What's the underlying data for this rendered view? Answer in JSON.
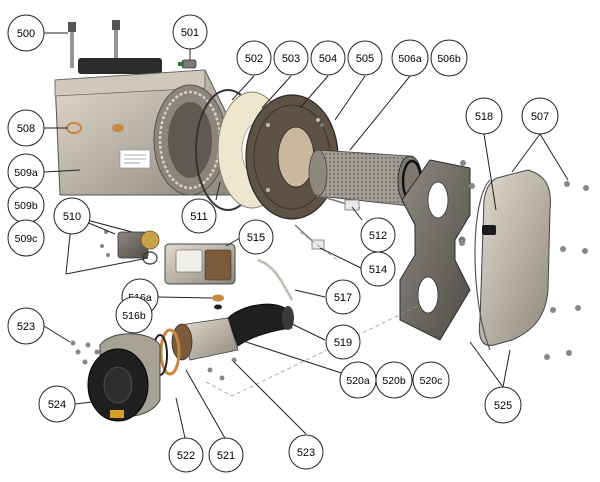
{
  "callouts": [
    {
      "id": "c500",
      "label": "500"
    },
    {
      "id": "c501",
      "label": "501"
    },
    {
      "id": "c502",
      "label": "502"
    },
    {
      "id": "c503",
      "label": "503"
    },
    {
      "id": "c504",
      "label": "504"
    },
    {
      "id": "c505",
      "label": "505"
    },
    {
      "id": "c506a",
      "label": "506a"
    },
    {
      "id": "c506b",
      "label": "506b"
    },
    {
      "id": "c507",
      "label": "507"
    },
    {
      "id": "c508",
      "label": "508"
    },
    {
      "id": "c509a",
      "label": "509a"
    },
    {
      "id": "c509b",
      "label": "509b"
    },
    {
      "id": "c509c",
      "label": "509c"
    },
    {
      "id": "c510",
      "label": "510"
    },
    {
      "id": "c511",
      "label": "511"
    },
    {
      "id": "c512",
      "label": "512"
    },
    {
      "id": "c514",
      "label": "514"
    },
    {
      "id": "c515",
      "label": "515"
    },
    {
      "id": "c516a",
      "label": "516a"
    },
    {
      "id": "c516b",
      "label": "516b"
    },
    {
      "id": "c517",
      "label": "517"
    },
    {
      "id": "c518",
      "label": "518"
    },
    {
      "id": "c519",
      "label": "519"
    },
    {
      "id": "c520a",
      "label": "520a"
    },
    {
      "id": "c520b",
      "label": "520b"
    },
    {
      "id": "c520c",
      "label": "520c"
    },
    {
      "id": "c521",
      "label": "521"
    },
    {
      "id": "c522",
      "label": "522"
    },
    {
      "id": "c523a",
      "label": "523"
    },
    {
      "id": "c523b",
      "label": "523"
    },
    {
      "id": "c524",
      "label": "524"
    },
    {
      "id": "c525",
      "label": "525"
    }
  ],
  "colors": {
    "line": "#222222",
    "metal": "#b9b2a6",
    "dark_metal": "#6d6a64",
    "ceramic": "#efe6cf",
    "copper": "#c8873f",
    "black": "#1f1f1f"
  }
}
